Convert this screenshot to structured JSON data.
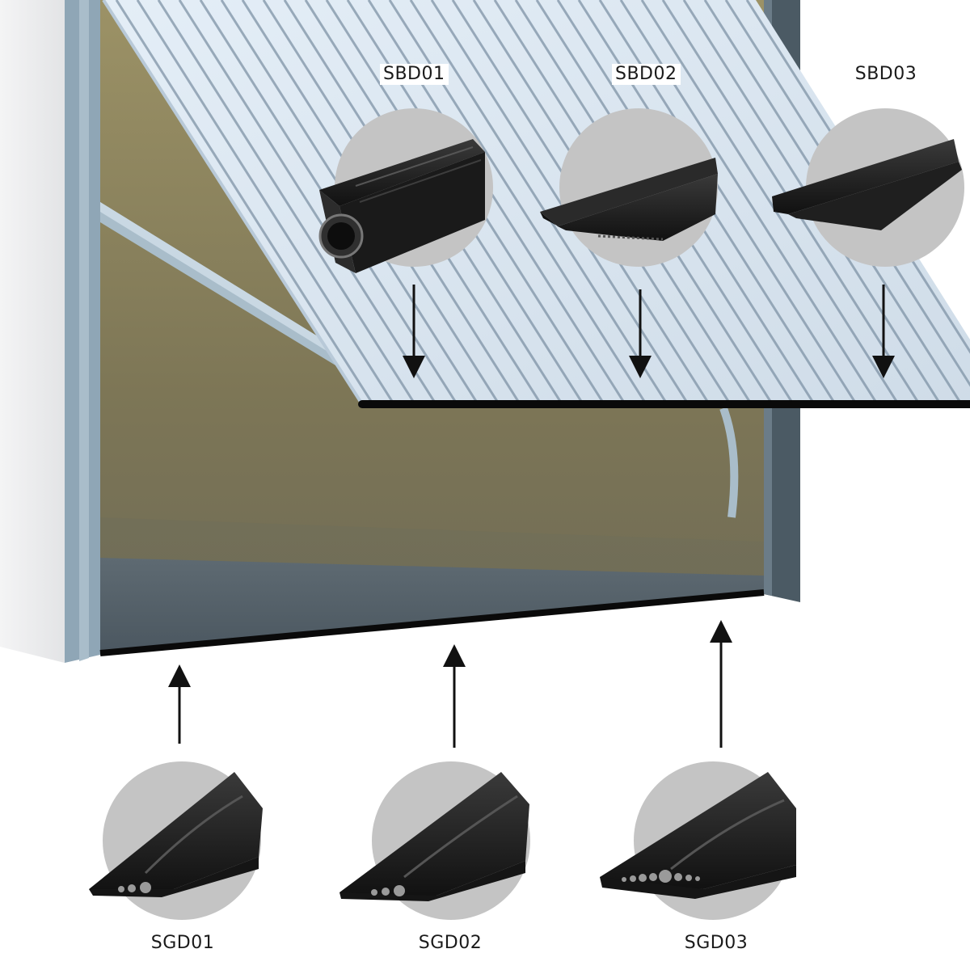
{
  "top_seals": [
    {
      "code": "SBD01"
    },
    {
      "code": "SBD02"
    },
    {
      "code": "SBD03"
    }
  ],
  "ground_seals": [
    {
      "code": "SGD01"
    },
    {
      "code": "SGD02"
    },
    {
      "code": "SGD03"
    }
  ],
  "colors": {
    "frame": "#8ea4b3",
    "frame_dark": "#4a5a64",
    "interior": "#8a8260",
    "floor": "#5a6670",
    "door_panel": "#d6e4f0",
    "seal": "#1e1e1e",
    "circle_bg": "#c8c8c8"
  }
}
